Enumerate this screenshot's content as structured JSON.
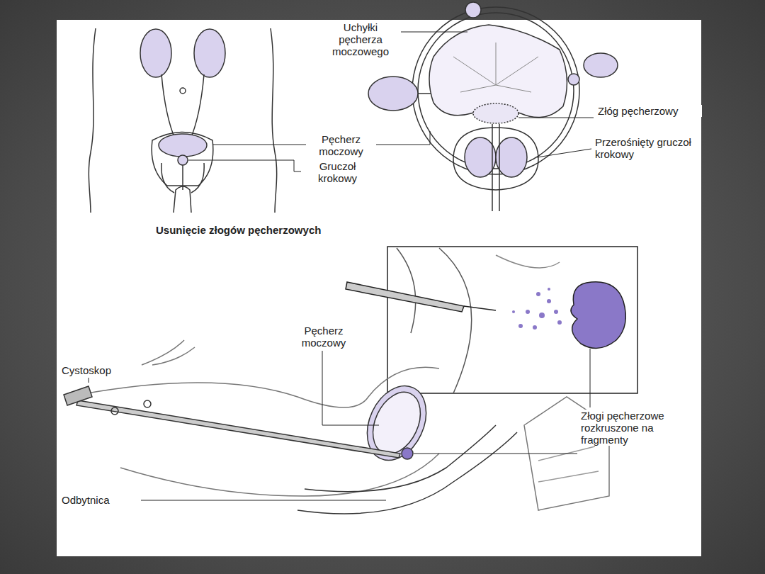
{
  "diagram": {
    "title": "Usunięcie złogów pęcherzowych",
    "labels": [
      "Uchyłki pęcherza moczowego",
      "Złóg pęcherzowy",
      "Przerośnięty gruczoł krokowy",
      "Pęcherz moczowy",
      "Gruczoł krokowy",
      "Pęcherz moczowy",
      "Cystoskop",
      "Złogi pęcherzowe rozkruszone na fragmenty",
      "Odbytnica"
    ]
  }
}
